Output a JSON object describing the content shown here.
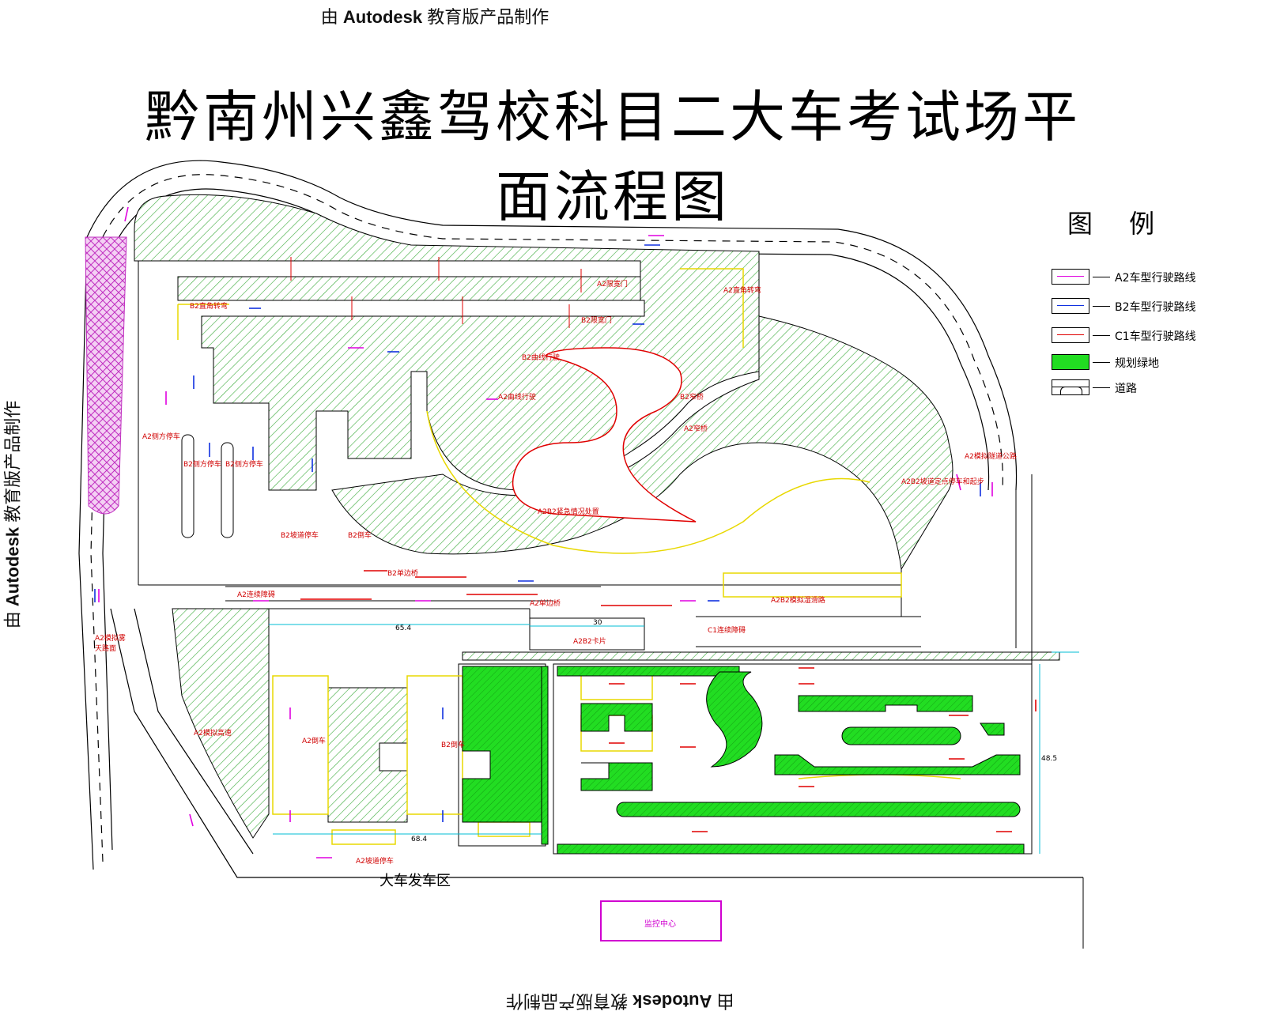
{
  "watermark": {
    "prefix": "由",
    "brand": "Autodesk",
    "suffix": "教育版产品制作"
  },
  "title": "黔南州兴鑫驾校科目二大车考试场平面流程图",
  "legend": {
    "title": "图 例",
    "items": [
      {
        "label": "A2车型行驶路线",
        "color": "#e000e0"
      },
      {
        "label": "B2车型行驶路线",
        "color": "#1030e0"
      },
      {
        "label": "C1车型行驶路线",
        "color": "#e00000"
      },
      {
        "label": "规划绿地",
        "color": "#22dd22"
      },
      {
        "label": "道路",
        "color": "#000000"
      }
    ]
  },
  "labels": {
    "a2_turn_left": "A2直角转弯",
    "b2_turn": "B2直角转弯",
    "a2_width": "A2限宽门",
    "b2_width": "B2限宽门",
    "b2_curve": "B2曲线行驶",
    "a2_curve": "A2曲线行驶",
    "b2_bridge1": "B2窄桥",
    "a2_bridge": "A2窄桥",
    "a2_park": "A2侧方停车",
    "b2_park": "B2侧方停车",
    "b2_park2": "B2侧方停车",
    "b2_single_bridge": "B2单边桥",
    "a2_corner": "A2连续障碍",
    "a2_single": "A2单边桥",
    "a2b2_emergency": "A2B2紧急情况处置",
    "a2b2_hill": "A2B2坡道定点停车和起步",
    "a2_mountain": "A2模拟隧道公路",
    "a2b2_wet": "A2B2模拟湿滑路",
    "a2b2_card": "A2B2卡片",
    "c1_continuous": "C1连续障碍",
    "a2_fog": "A2模拟雾天路面",
    "b2_lane": "B2倒车",
    "b2_lane2": "B2倒车",
    "b2_stop": "B2坡道停车",
    "a2_stop": "A2坡道停车",
    "a2_sign": "A2倒车",
    "a2_range": "A2模拟高速",
    "start_area": "大车发车区",
    "monitor": "监控中心",
    "dim1": "65.4",
    "dim2": "30",
    "dim3": "68.4",
    "dim4": "48.5"
  }
}
